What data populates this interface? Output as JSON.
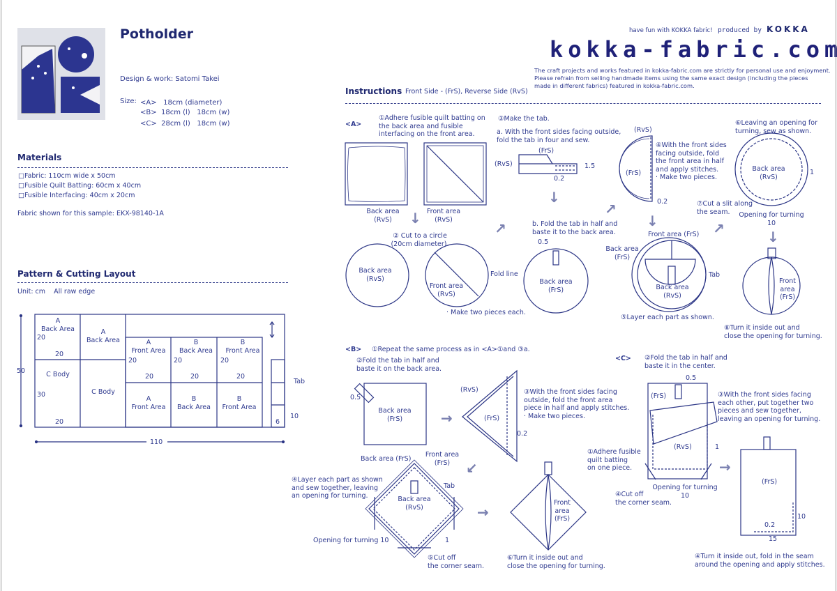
{
  "header": {
    "tagline": "have fun with KOKKA fabric!",
    "produced_by": "produced by",
    "brand": "KOKKA",
    "site": "kokka-fabric.com",
    "disclaimer": [
      "The craft projects and works featured in kokka-fabric.com are strictly for personal use and enjoyment.",
      "Please refrain from selling handmade items using the same exact design (including the pieces",
      "made in different fabrics) featured in kokka-fabric.com."
    ]
  },
  "title": "Potholder",
  "design": "Design & work: Satomi Takei",
  "size": {
    "label": "Size:",
    "lines": [
      "<A>   18cm (diameter)",
      "<B>  18cm (l)   18cm (w)",
      "<C>  28cm (l)   18cm (w)"
    ]
  },
  "materials": {
    "heading": "Materials",
    "items": [
      "□Fabric: 110cm wide x 50cm",
      "□Fusible Quilt Batting: 60cm x 40cm",
      "□Fusible Interfacing: 40cm x 20cm"
    ],
    "sample": "Fabric shown for this sample: EKX-98140-1A"
  },
  "layout": {
    "heading": "Pattern & Cutting Layout",
    "unit": "Unit: cm    All raw edge",
    "labels": [
      "A\nBack Area",
      "A\nBack Area",
      "C Body",
      "C Body",
      "A\nFront Area",
      "B\nBack Area",
      "B\nFront Area",
      "A\nFront Area",
      "B\nBack Area",
      "B\nFront Area",
      "Tab"
    ],
    "dims": [
      "20",
      "20",
      "30",
      "20",
      "20",
      "20",
      "20",
      "20",
      "20",
      "20",
      "50",
      "110",
      "6",
      "10"
    ]
  },
  "instructions": {
    "heading": "Instructions",
    "legend": "Front Side - (FrS), Reverse Side (RvS)",
    "A": [
      "<A>",
      "①Adhere fusible quilt batting on\nthe back area and fusible\ninterfacing on the front area.",
      "Back area\n(RvS)",
      "Front area\n(RvS)",
      "② Cut to a circle\n(20cm diameter).",
      "Back area\n(RvS)",
      "Front area\n(RvS)",
      "Fold line",
      "· Make two pieces each.",
      "③Make the tab.",
      "a. With the front sides facing outside,\nfold the tab in four and sew.",
      "(FrS)",
      "(RvS)",
      "1.5",
      "0.2",
      "b. Fold the tab in half and\nbaste it to the back area.",
      "0.5",
      "Back area\n(FrS)",
      "(RvS)",
      "④With the front sides\nfacing outside, fold\nthe front area in half\nand apply stitches.\n· Make two pieces.",
      "(FrS)",
      "0.2",
      "Front area (FrS)",
      "Back area\n(FrS)",
      "Tab",
      "Back area\n(RvS)",
      "⑤Layer each part as shown.",
      "⑥Leaving an opening for\nturning, sew as shown.",
      "Back area\n(RvS)",
      "1",
      "⑦Cut a slit along\nthe seam.",
      "Opening for turning\n10",
      "Front\narea\n(FrS)",
      "⑧Turn it inside out and\nclose the opening for turning."
    ],
    "B": [
      "<B>",
      "①Repeat the same process as in <A>①and ③a.",
      "②Fold the tab in half and\nbaste it on the back area.",
      "0.5",
      "Back area\n(FrS)",
      "(RvS)",
      "(FrS)",
      "0.2",
      "③With the front sides facing\noutside, fold the front area\npiece in half and apply stitches.\n· Make two pieces.",
      "Back area (FrS)",
      "Front area\n(FrS)",
      "④Layer each part as shown\nand sew together, leaving\nan opening for turning.",
      "Tab",
      "Back area\n(RvS)",
      "Opening for turning 10",
      "1",
      "⑤Cut off\nthe corner seam.",
      "Front\narea\n(FrS)",
      "⑥Turn it inside out and\nclose the opening for turning."
    ],
    "C": [
      "<C>",
      "②Fold the tab in half and\nbaste it in the center.",
      "0.5",
      "(FrS)",
      "③With the front sides facing\neach other, put together two\npieces and sew together,\nleaving an opening for turning.",
      "(RvS)",
      "1",
      "①Adhere fusible\nquilt batting\non one piece.",
      "Opening for turning\n10",
      "④Cut off\nthe corner seam.",
      "(FrS)",
      "10",
      "0.2",
      "15",
      "④Turn it inside out, fold in the seam\naround the opening and apply stitches."
    ]
  },
  "colors": {
    "ink": "#2b3585",
    "arrow": "#7a80b0"
  }
}
